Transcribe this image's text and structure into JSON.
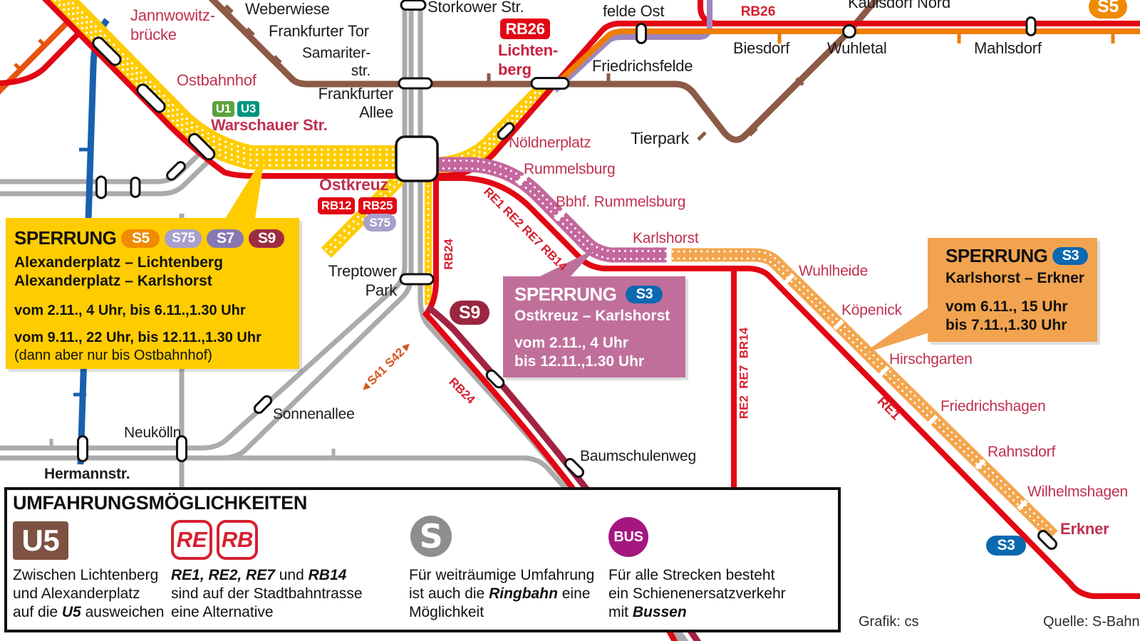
{
  "L": {
    "weberwiese": "Weberwiese",
    "frankfurter_tor": "Frankfurter Tor",
    "samariter": "Samariter-\nstr.",
    "storkower": "Storkower Str.",
    "felde_ost": "felde Ost",
    "kaulsdorf": "Kaulsdorf Nord",
    "biesdorf": "Biesdorf",
    "wuhletal": "Wuhletal",
    "mahlsdorf": "Mahlsdorf",
    "frankfurter_allee": "Frankfurter\nAllee",
    "friedrichsfelde": "Friedrichsfelde",
    "tierpark": "Tierpark",
    "treptower": "Treptower\nPark",
    "sonnenallee": "Sonnenallee",
    "neukoelln": "Neukölln",
    "hermannstr": "Hermannstr.",
    "baumschulenweg": "Baumschulenweg",
    "jannowitz": "Jannwowitz-\nbrücke",
    "ostbahnhof": "Ostbahnhof",
    "warschauer": "Warschauer Str.",
    "ostkreuz": "Ostkreuz",
    "noeldnerplatz": "Nöldnerplatz",
    "rummelsburg": "Rummelsburg",
    "bbhf": "Bbhf. Rummelsburg",
    "karlshorst": "Karlshorst",
    "wuhlheide": "Wuhlheide",
    "koepenick": "Köpenick",
    "hirschgarten": "Hirschgarten",
    "friedrichshagen": "Friedrichshagen",
    "rahnsdorf": "Rahnsdorf",
    "wilhelmshagen": "Wilhelmshagen",
    "erkner": "Erkner",
    "lichtenberg": "Lichten-\nberg"
  },
  "R": {
    "rb26_line": "RB26",
    "rb24_a": "RB24",
    "rb24_b": "RB24",
    "re_diag": "RE1 RE2 RE7 RB14",
    "re_vert": "RE2  RE7  BR14",
    "re1": "RE1",
    "ring": "◄S41 S42►"
  },
  "B": {
    "u1": "U1",
    "u3": "U3",
    "rb26": "RB26",
    "rb12": "RB12",
    "rb25": "RB25",
    "s75": "S75",
    "s9": "S9",
    "s5": "S5",
    "s3": "S3"
  },
  "C": {
    "west": {
      "title": "SPERRUNG",
      "b1": "S5",
      "b2": "S75",
      "b3": "S7",
      "b4": "S9",
      "route1": "Alexanderplatz – Lichtenberg",
      "route2": "Alexanderplatz – Karlshorst",
      "date1": "vom 2.11., 4 Uhr, bis 6.11.,1.30 Uhr",
      "date2": "vom 9.11., 22 Uhr, bis 12.11.,1.30 Uhr",
      "note": "(dann aber nur bis Ostbahnhof)"
    },
    "mid": {
      "title": "SPERRUNG",
      "badge": "S3",
      "route": "Ostkreuz – Karlshorst",
      "date1": "vom 2.11., 4 Uhr",
      "date2": "bis 12.11.,1.30 Uhr"
    },
    "east": {
      "title": "SPERRUNG",
      "badge": "S3",
      "route": "Karlshorst – Erkner",
      "date1": "vom 6.11., 15 Uhr",
      "date2": "bis 7.11.,1.30 Uhr"
    }
  },
  "G": {
    "title": "UMFAHRUNGSMÖGLICHKEITEN",
    "i1": {
      "badge": "U5",
      "l1": "Zwischen Lichtenberg",
      "l2": "und Alexanderplatz",
      "l3a": "auf die ",
      "l3em": "U5",
      "l3b": " ausweichen"
    },
    "i2": {
      "b1": "RE",
      "b2": "RB",
      "l1a": "RE1, RE2, RE7",
      "l1b": " und ",
      "l1c": "RB14",
      "l2": "sind auf der Stadtbahntrasse",
      "l3": "eine Alternative"
    },
    "i3": {
      "logo": "S",
      "l1": "Für weiträumige Umfahrung",
      "l2a": "ist auch die ",
      "l2em": "Ringbahn",
      "l2b": " eine",
      "l3": "Möglichkeit"
    },
    "i4": {
      "badge": "BUS",
      "l1": "Für alle Strecken besteht",
      "l2": "ein Schienenersatzverkehr",
      "l3a": "mit ",
      "l3em": "Bussen"
    }
  },
  "credits": {
    "left": "Grafik: cs",
    "right": "Quelle: S-Bahn"
  }
}
